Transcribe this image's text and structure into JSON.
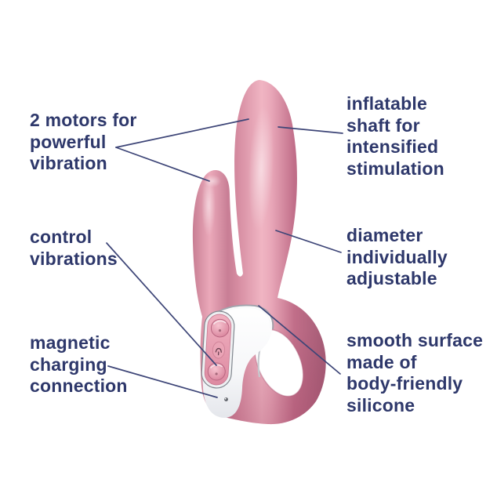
{
  "diagram_title": "product feature callout diagram",
  "colors": {
    "background": "#ffffff",
    "text_navy": "#2e386b",
    "leader_line": "#3d4577",
    "device_pink": "#db8fa4",
    "device_pink_dark": "#a75d77",
    "device_pink_light": "#f0b5c3",
    "device_white_body": "#ffffff",
    "chrome_trim": "#9aa0a9"
  },
  "callouts": {
    "motors": {
      "lines": [
        "2 motors for",
        "powerful",
        "vibration"
      ]
    },
    "control": {
      "lines": [
        "control",
        "vibrations"
      ]
    },
    "magnetic": {
      "lines": [
        "magnetic",
        "charging",
        "connection"
      ]
    },
    "inflatable": {
      "lines": [
        "inflatable",
        "shaft for",
        "intensified",
        "stimulation"
      ]
    },
    "diameter": {
      "lines": [
        "diameter",
        "individually",
        "adjustable"
      ]
    },
    "smooth": {
      "lines": [
        "smooth surface",
        "made of",
        "body-friendly",
        "silicone"
      ]
    }
  },
  "device": {
    "description": "pink rabbit-style massager with white handle",
    "controls": [
      "upper-round-button",
      "small-mode-button",
      "lower-round-button"
    ],
    "charging_contact": "magnetic-contact-dot"
  }
}
